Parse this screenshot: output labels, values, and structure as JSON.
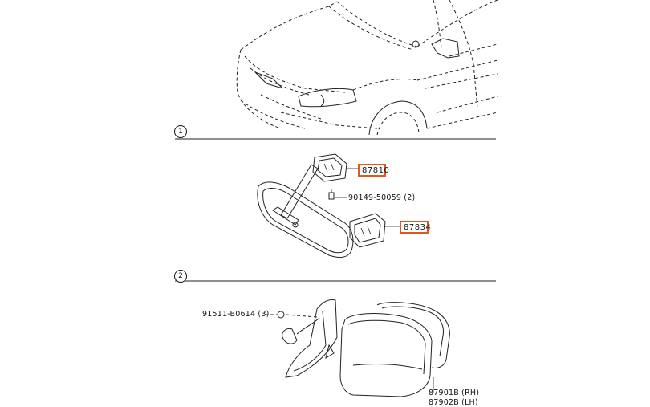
{
  "sections": [
    {
      "number": "1"
    },
    {
      "number": "2"
    }
  ],
  "callouts": [
    {
      "part": "87810"
    },
    {
      "part": "87834"
    }
  ],
  "labels": [
    {
      "text": "90149-50059 (2)"
    },
    {
      "text": "91511-B0614 (3)"
    },
    {
      "text": "87901B (RH)"
    },
    {
      "text": "87902B (LH)"
    }
  ],
  "colors": {
    "callout_border": "#e2571e",
    "line": "#222222",
    "background": "#ffffff"
  }
}
